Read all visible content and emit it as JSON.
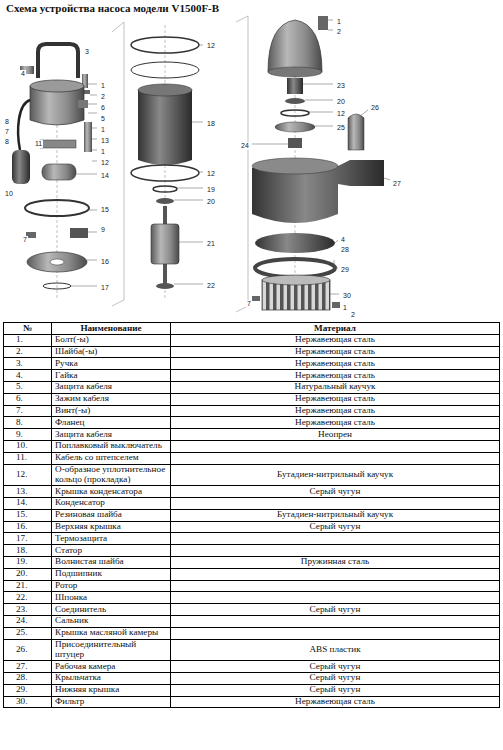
{
  "diagram": {
    "title": "Схема устройства насоса модели V1500F-B",
    "labels": [
      "1",
      "2",
      "3",
      "4",
      "6",
      "5",
      "8",
      "7",
      "8",
      "1",
      "13",
      "11",
      "1",
      "12",
      "14",
      "10",
      "15",
      "9",
      "7",
      "16",
      "17",
      "12",
      "18",
      "12",
      "19",
      "20",
      "21",
      "22",
      "1",
      "2",
      "23",
      "20",
      "12",
      "25",
      "26",
      "24",
      "27",
      "4",
      "28",
      "29",
      "30",
      "1",
      "2",
      "7",
      "№",
      "Наименование",
      "Материал",
      "1.",
      "Болт(-ы)",
      "Нержавеющая сталь",
      "2.",
      "Шайба(-ы)",
      "Нержавеющая сталь",
      "3.",
      "Ручка",
      "Нержавеющая сталь",
      "4.",
      "Гайка",
      "Нержавеющая сталь",
      "5.",
      "Защита кабеля",
      "Натуральный каучук",
      "6.",
      "Зажим кабеля",
      "Нержавеющая сталь",
      "7.",
      "Винт(-ы)",
      "Нержавеющая сталь",
      "8.",
      "Фланец",
      "Нержавеющая сталь",
      "9.",
      "Защита кабеля",
      "Неопрен",
      "10.",
      "Поплавковый выключатель",
      "11.",
      "Кабель со штепселем",
      "12.",
      "О-образное уплотнительное кольцо (прокладка)",
      "Бутадиен-нитрильный каучук",
      "13.",
      "Крышка конденсатора",
      "Серый чугун",
      "14.",
      "Конденсатор",
      "15.",
      "Резиновая шайба",
      "Бутадиен-нитрильный каучук",
      "16.",
      "Верхняя крышка",
      "Серый чугун",
      "17.",
      "Термозащита",
      "18.",
      "Статор",
      "19.",
      "Волнистая шайба",
      "Пружинная сталь",
      "20.",
      "Подшипник",
      "21.",
      "Ротор",
      "22.",
      "Шпонка",
      "23.",
      "Соединитель",
      "Серый чугун",
      "24.",
      "Сальник",
      "25.",
      "Крышка масляной камеры",
      "26.",
      "Присоединительный штуцер",
      "ABS пластик",
      "27.",
      "Рабочая камера",
      "Серый чугун",
      "28.",
      "Крыльчатка",
      "Серый чугун",
      "29.",
      "Нижняя крышка",
      "Серый чугун",
      "30.",
      "Фильтр",
      "Нержавеющая сталь"
    ]
  }
}
